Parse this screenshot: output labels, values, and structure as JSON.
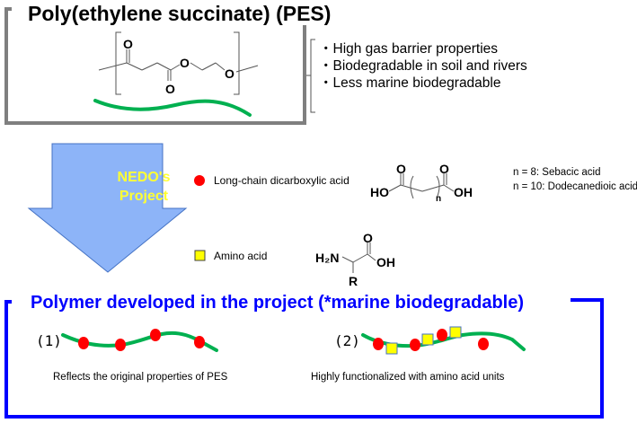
{
  "top_panel": {
    "title": "Poly(ethylene succinate) (PES)",
    "structure_atoms": {
      "o_top": "O",
      "o_ester": "O",
      "o_bottom": "O",
      "o_end": "O"
    },
    "properties": [
      "・High gas barrier properties",
      "・Biodegradable in soil and rivers",
      "・Less marine biodegradable"
    ],
    "border_color": "#7f7f7f",
    "chain_color": "#00b050"
  },
  "arrow": {
    "label_line1": "NEDO's",
    "label_line2": "Project",
    "fill_color": "#8db4f8",
    "label_color": "#ffff33"
  },
  "legend": {
    "dicarboxylic": {
      "label": "Long-chain dicarboxylic acid",
      "marker": "red-circle",
      "color": "#ff0000",
      "structure": {
        "ho": "HO",
        "oh": "OH",
        "o1": "O",
        "o2": "O",
        "n": "n"
      },
      "notes": [
        "n = 8: Sebacic acid",
        "n = 10: Dodecanedioic acid"
      ]
    },
    "amino": {
      "label": "Amino acid",
      "marker": "yellow-square",
      "color": "#ffff00",
      "structure": {
        "h2n": "H₂N",
        "oh": "OH",
        "o": "O",
        "r": "R"
      }
    }
  },
  "bottom_panel": {
    "title": "Polymer developed in the project (*marine biodegradable)",
    "border_color": "#0000ff",
    "items": [
      {
        "number": "(1)",
        "caption": "Reflects the original properties of PES",
        "units": [
          "circle",
          "circle",
          "circle",
          "circle"
        ]
      },
      {
        "number": "(2)",
        "caption": "Highly functionalized with amino acid units",
        "units": [
          "circle",
          "square",
          "circle",
          "square",
          "circle",
          "square",
          "circle"
        ]
      }
    ]
  }
}
